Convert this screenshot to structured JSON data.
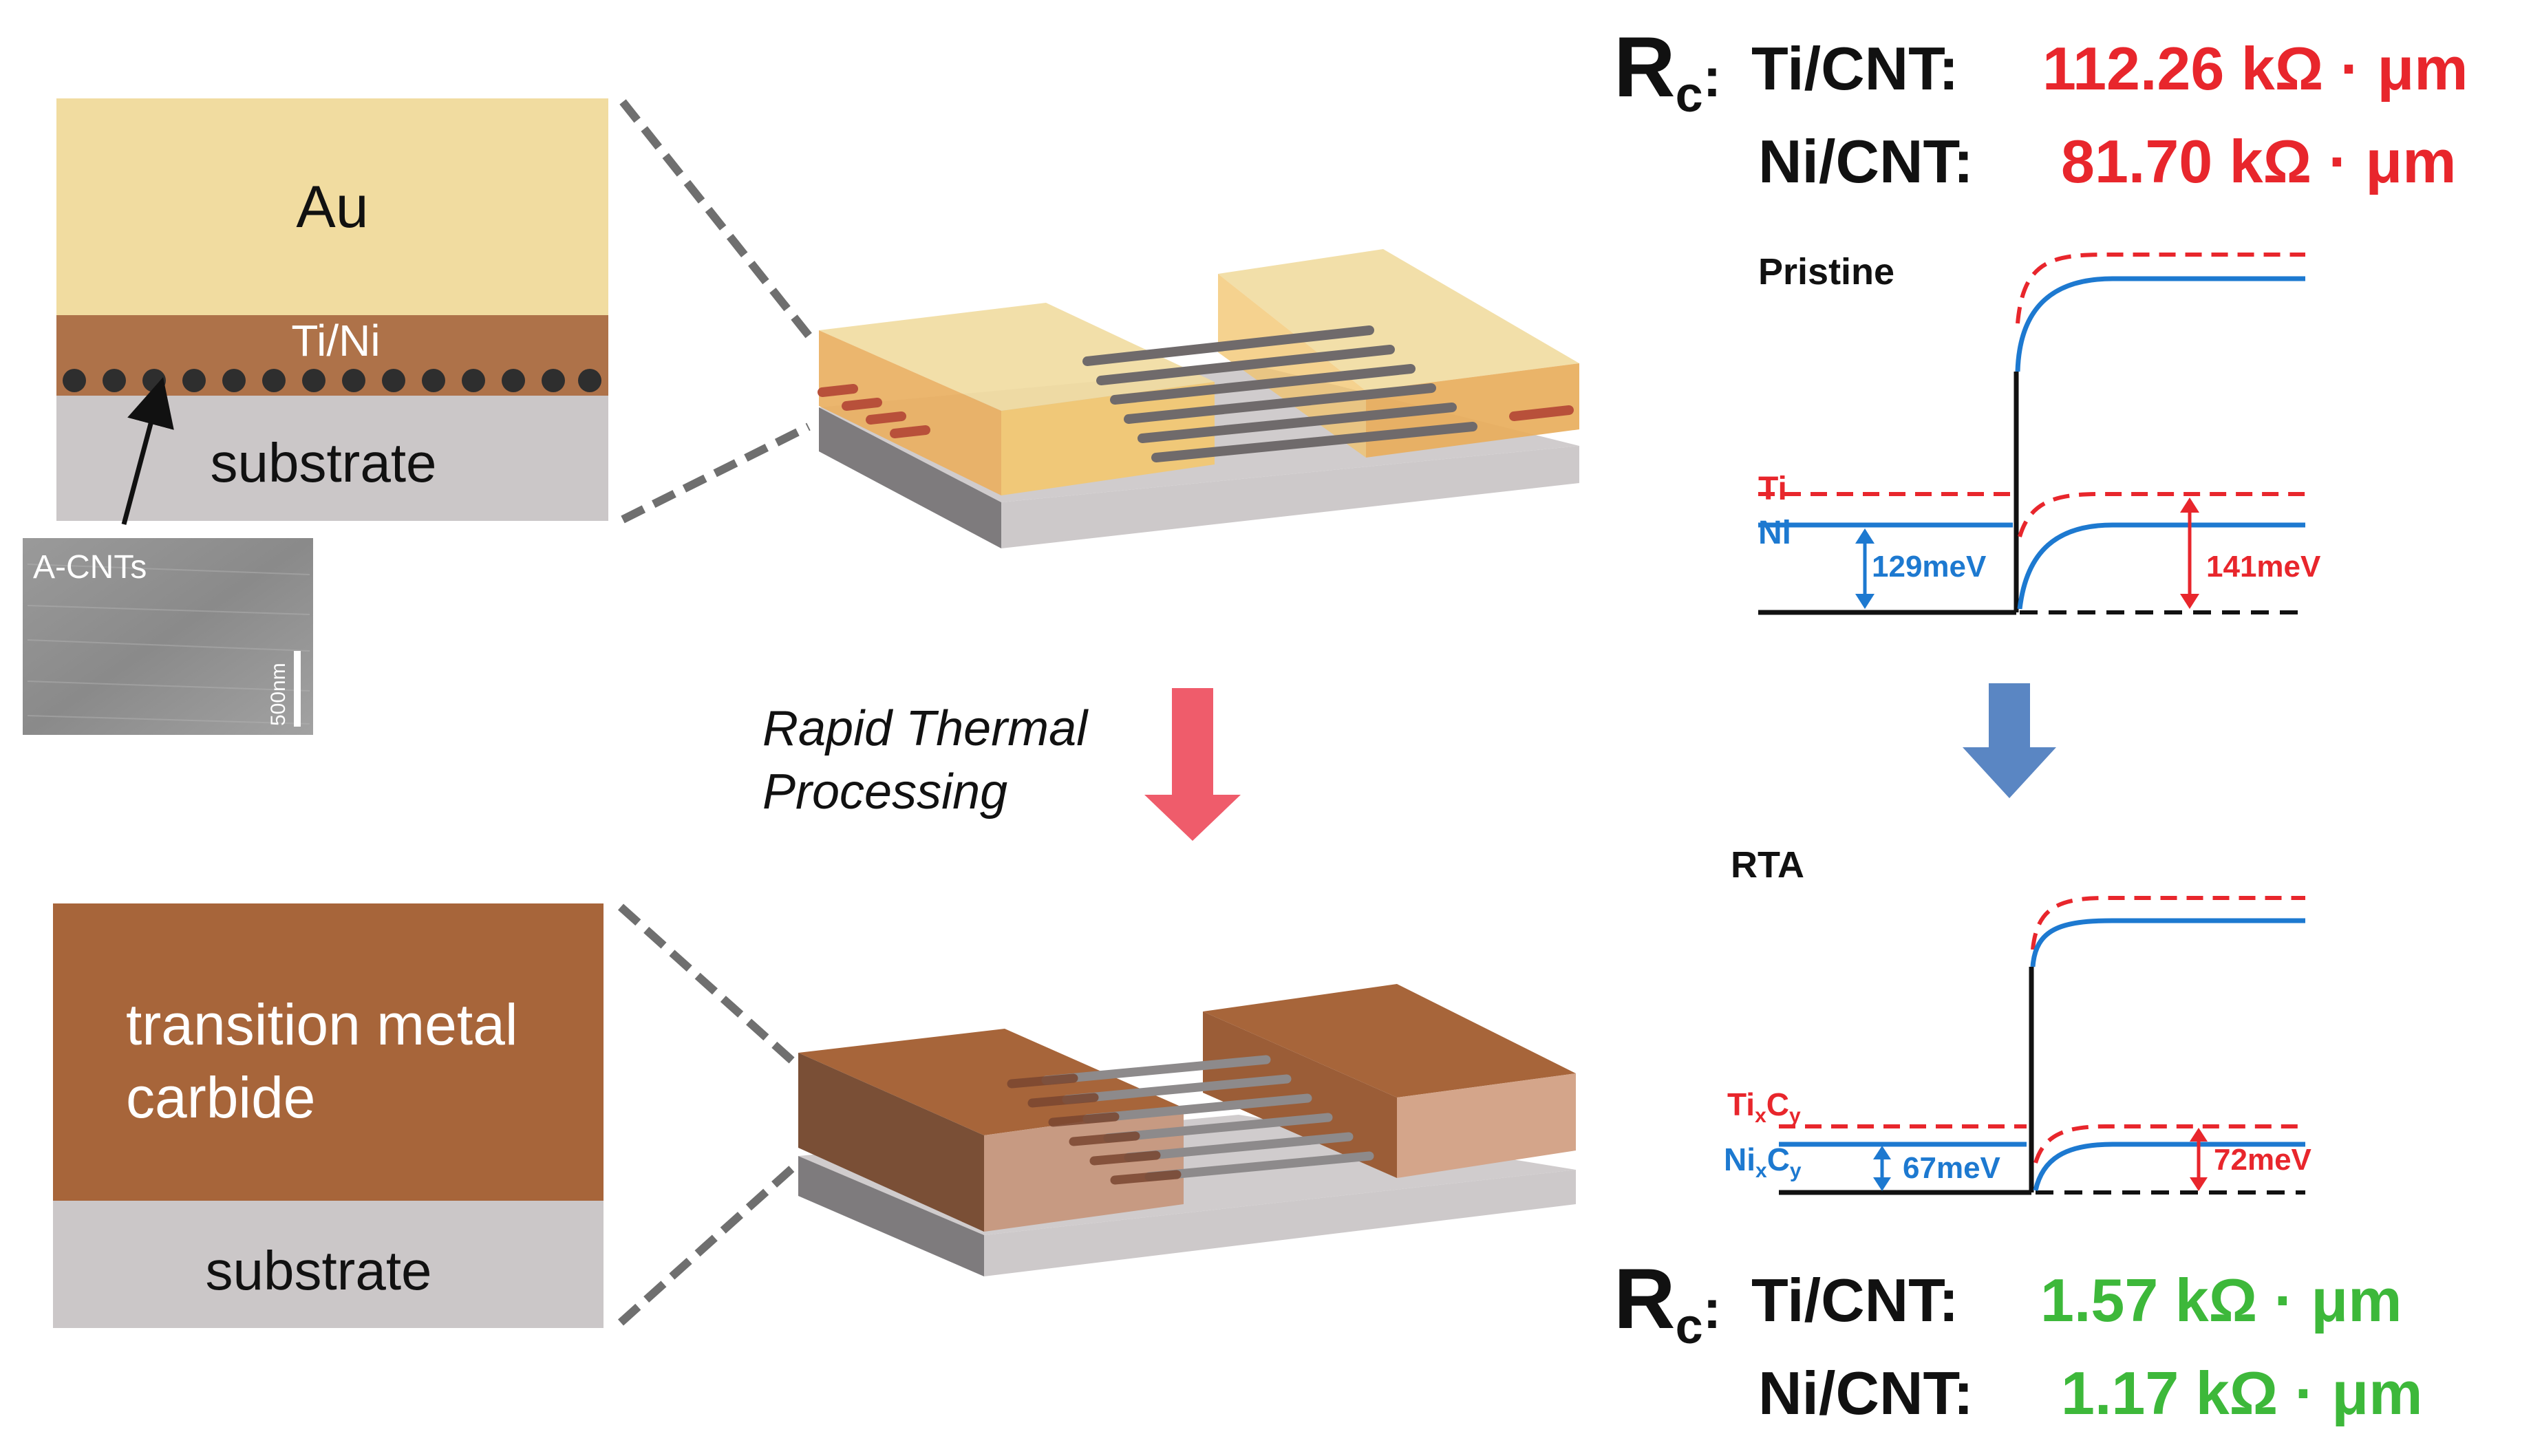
{
  "colors": {
    "gold": "#F1DCA0",
    "copper": "#AE7249",
    "carbide": "#A7653A",
    "substrate": "#CBC7C8",
    "red": "#E8262C",
    "green": "#3DB83A",
    "blue": "#1D79D0",
    "arrow_red": "#EF5C6B",
    "arrow_blue": "#5A86C3"
  },
  "left": {
    "top_stack": {
      "au": "Au",
      "metal": "Ti/Ni",
      "substrate": "substrate"
    },
    "sem": {
      "label": "A-CNTs",
      "scale": "500nm"
    },
    "bottom_stack": {
      "carbide_line1": "transition metal",
      "carbide_line2": "carbide",
      "substrate": "substrate"
    }
  },
  "middle": {
    "process_line1": "Rapid Thermal",
    "process_line2": "Processing"
  },
  "right": {
    "rc_top": {
      "rc_main": "R",
      "rc_sub": "c",
      "rc_colon": ":",
      "ti_label": "Ti/CNT:",
      "ti_value": "112.26 kΩ · μm",
      "ni_label": "Ni/CNT:",
      "ni_value": "81.70 kΩ · μm"
    },
    "pristine": {
      "title": "Pristine",
      "ti": "Ti",
      "ni": "Ni",
      "ni_barrier": "129meV",
      "ti_barrier": "141meV"
    },
    "rta": {
      "title": "RTA",
      "ti_main": "Ti",
      "ti_x": "x",
      "ti_c": "C",
      "ti_y": "y",
      "ni_main": "Ni",
      "ni_x": "x",
      "ni_c": "C",
      "ni_y": "y",
      "ni_barrier": "67meV",
      "ti_barrier": "72meV"
    },
    "rc_bottom": {
      "rc_main": "R",
      "rc_sub": "c",
      "rc_colon": ":",
      "ti_label": "Ti/CNT:",
      "ti_value": "1.57 kΩ · μm",
      "ni_label": "Ni/CNT:",
      "ni_value": "1.17 kΩ · μm"
    }
  }
}
